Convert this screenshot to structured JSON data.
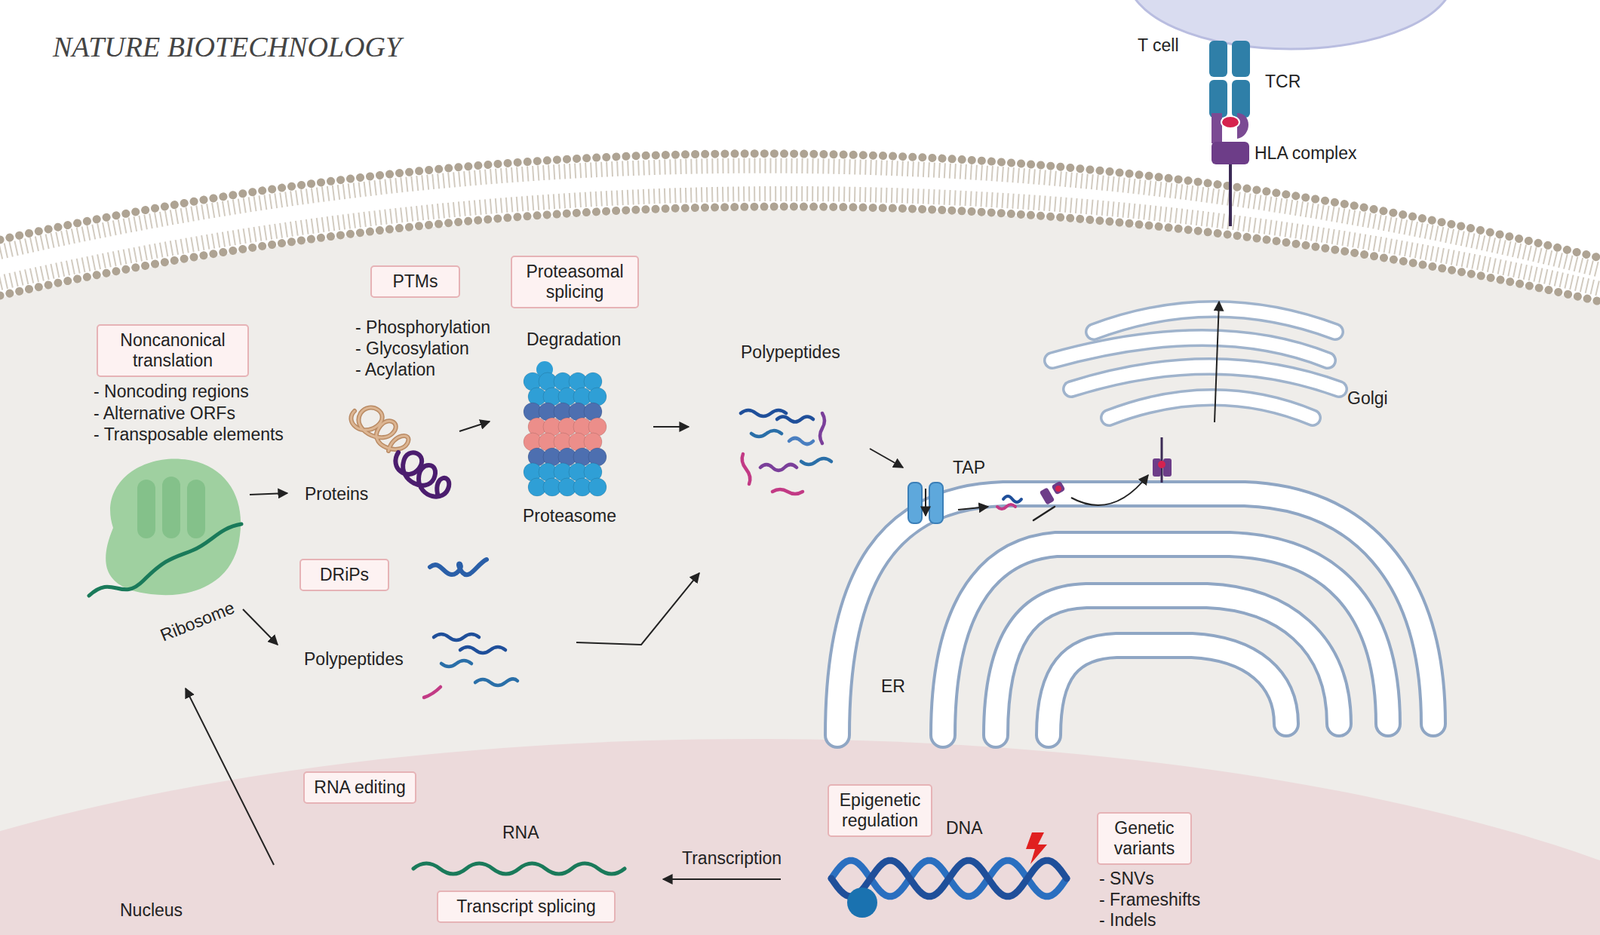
{
  "diagram": {
    "title": "NATURE BIOTECHNOLOGY",
    "nodes": [
      {
        "text": [
          "Noncanonical translation"
        ]
      },
      {
        "text": [
          "PTMs"
        ]
      },
      {
        "text": [
          "Proteasomal splicing"
        ]
      },
      {
        "text": [
          "DRiPs"
        ]
      },
      {
        "text": [
          "RNA editing"
        ]
      },
      {
        "text": [
          "Transcript splicing"
        ]
      },
      {
        "text": [
          "Epigenetic regulation"
        ]
      },
      {
        "text": [
          "Genetic variants"
        ]
      }
    ],
    "labels": [
      "T cell",
      "TCR",
      "HLA complex",
      "- Noncoding regions",
      "- Alternative ORFs",
      "- Transposable elements",
      "- Phosphorylation",
      "- Glycosylation",
      "- Acylation",
      "Degradation",
      "Polypeptides",
      "Proteins",
      "Proteasome",
      "Ribosome",
      "Polypeptides",
      "TAP",
      "Golgi",
      "ER",
      "RNA",
      "Transcription",
      "DNA",
      "Nucleus",
      "- SNVs",
      "- Frameshifts",
      "- Indels"
    ]
  }
}
